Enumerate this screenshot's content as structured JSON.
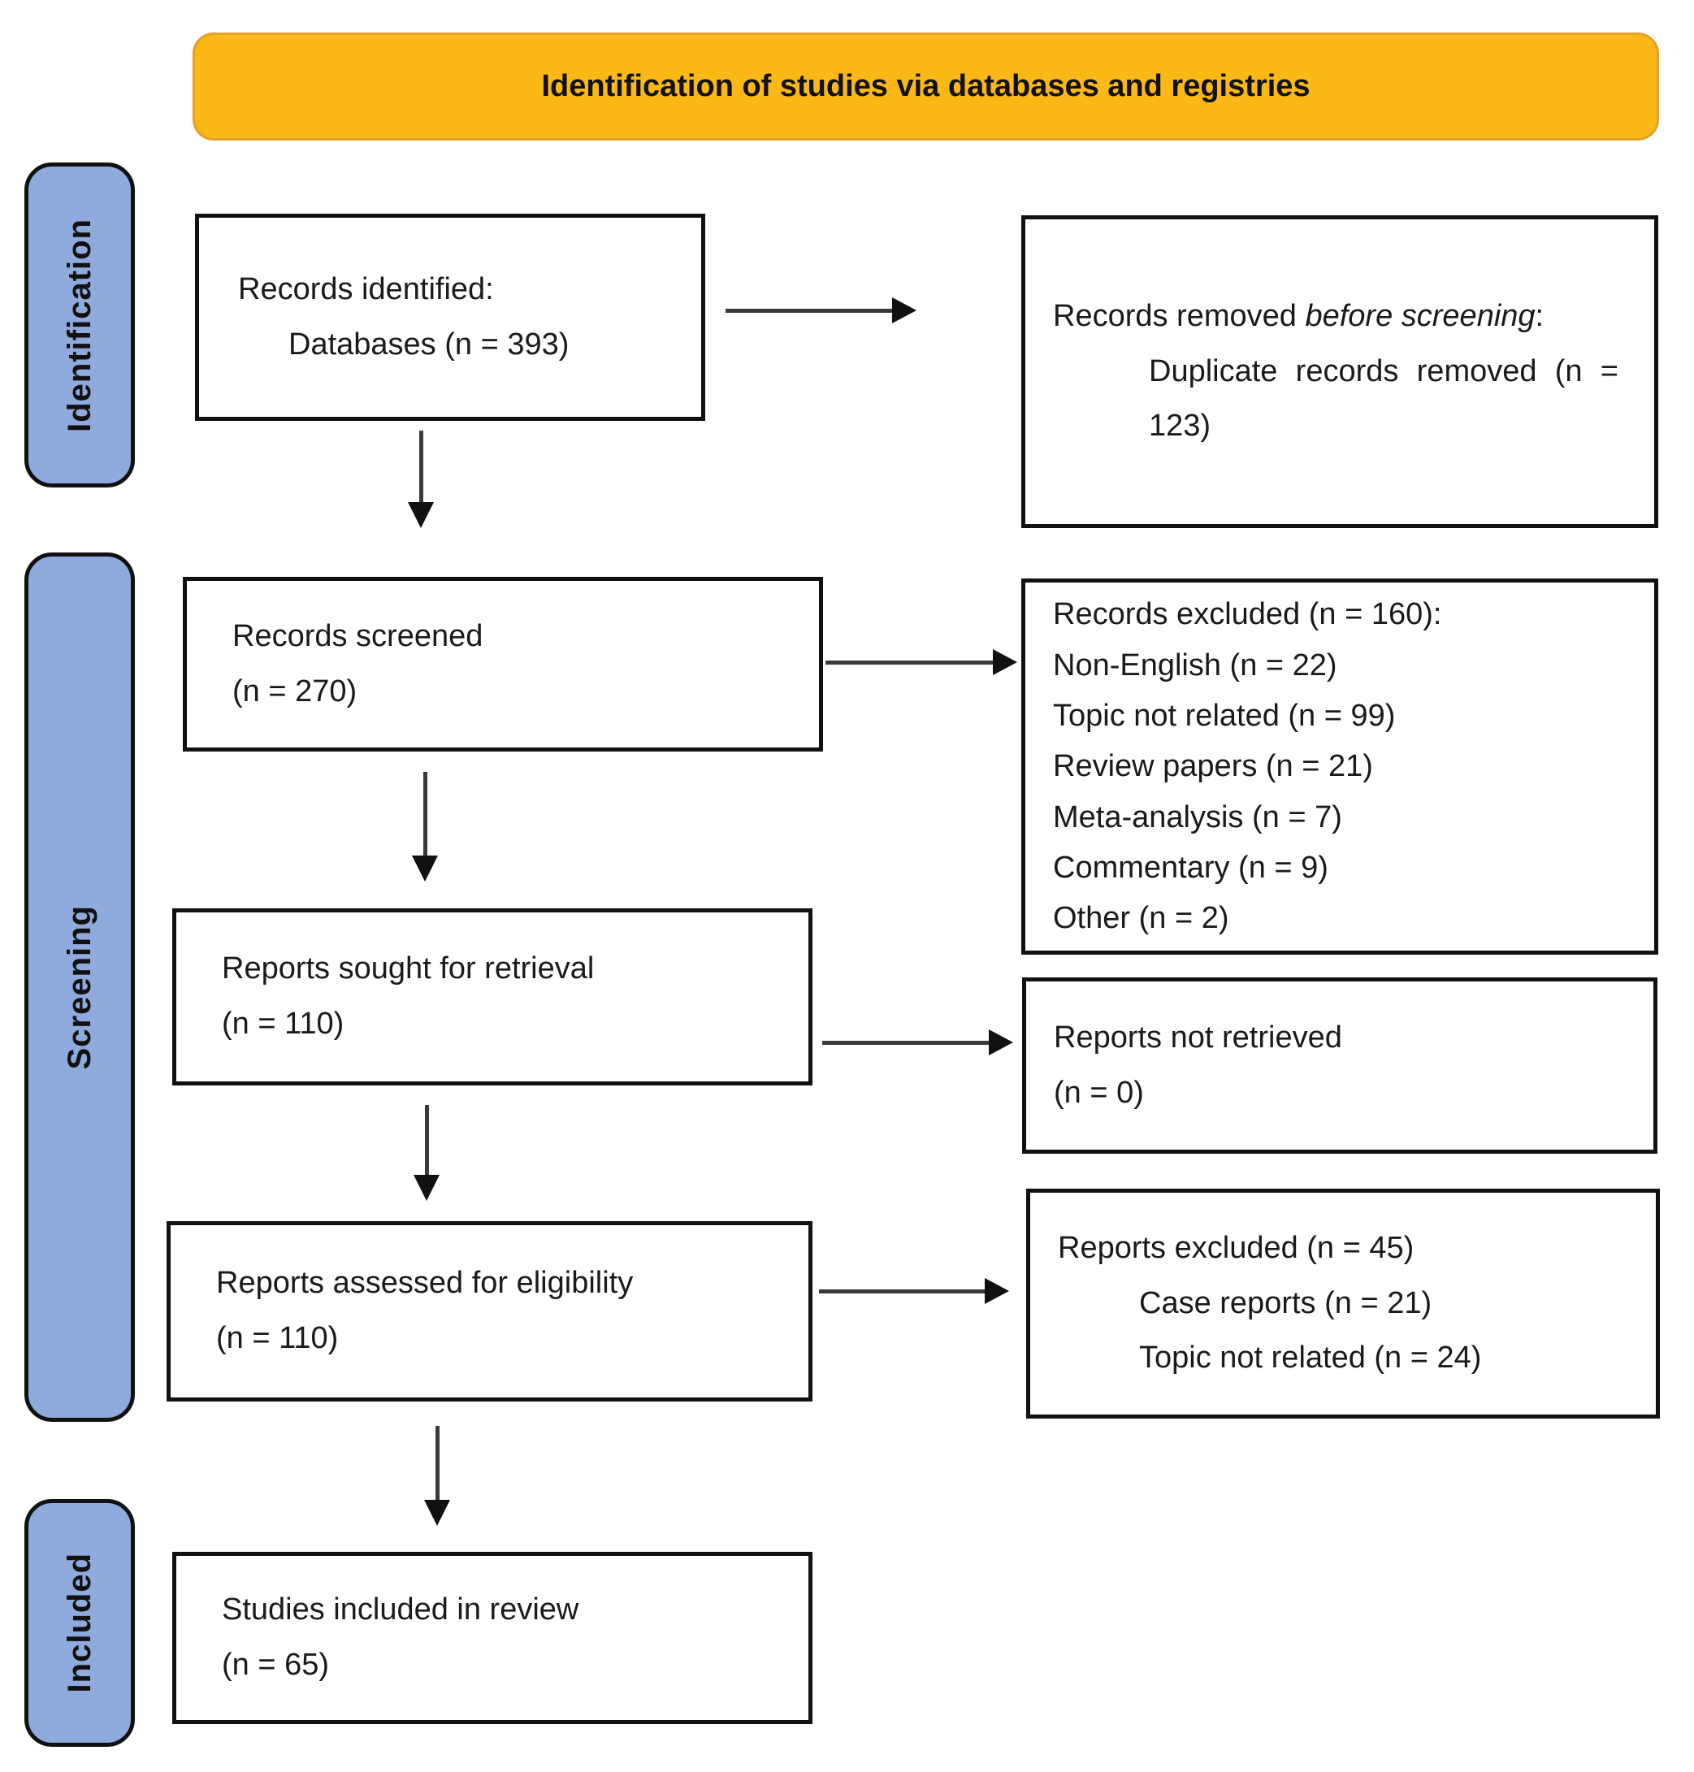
{
  "banner": {
    "title": "Identification of studies via databases and registries"
  },
  "stage_labels": {
    "identification": "Identification",
    "screening": "Screening",
    "included": "Included"
  },
  "boxes": {
    "records_identified": {
      "line1": "Records identified:",
      "line2": "Databases (n = 393)"
    },
    "records_removed": {
      "prefix": "Records removed ",
      "italic": "before screening",
      "suffix": ":",
      "detail_line": "Duplicate records removed (n =",
      "detail_wrap": "123)"
    },
    "records_screened": {
      "line1": "Records screened",
      "line2": "(n = 270)"
    },
    "records_excluded": {
      "lines": [
        "Records excluded (n = 160):",
        "Non-English (n = 22)",
        "Topic not related (n = 99)",
        "Review papers (n = 21)",
        "Meta-analysis (n = 7)",
        "Commentary (n = 9)",
        "Other (n = 2)"
      ]
    },
    "reports_sought": {
      "line1": "Reports sought for retrieval",
      "line2": "(n = 110)"
    },
    "reports_not_retrieved": {
      "line1": "Reports not retrieved",
      "line2": "(n = 0)"
    },
    "reports_assessed": {
      "line1": "Reports assessed for eligibility",
      "line2": "(n = 110)"
    },
    "reports_excluded": {
      "line1": "Reports excluded (n = 45)",
      "line2": "Case reports (n = 21)",
      "line3": "Topic not related (n = 24)"
    },
    "studies_included": {
      "line1": "Studies included in review",
      "line2": "(n = 65)"
    }
  },
  "colors": {
    "banner_fill": "#FBB817",
    "banner_border": "#E2A129",
    "stage_fill": "#8FAADC",
    "box_border": "#111111",
    "arrow": "#3A3A3A"
  }
}
